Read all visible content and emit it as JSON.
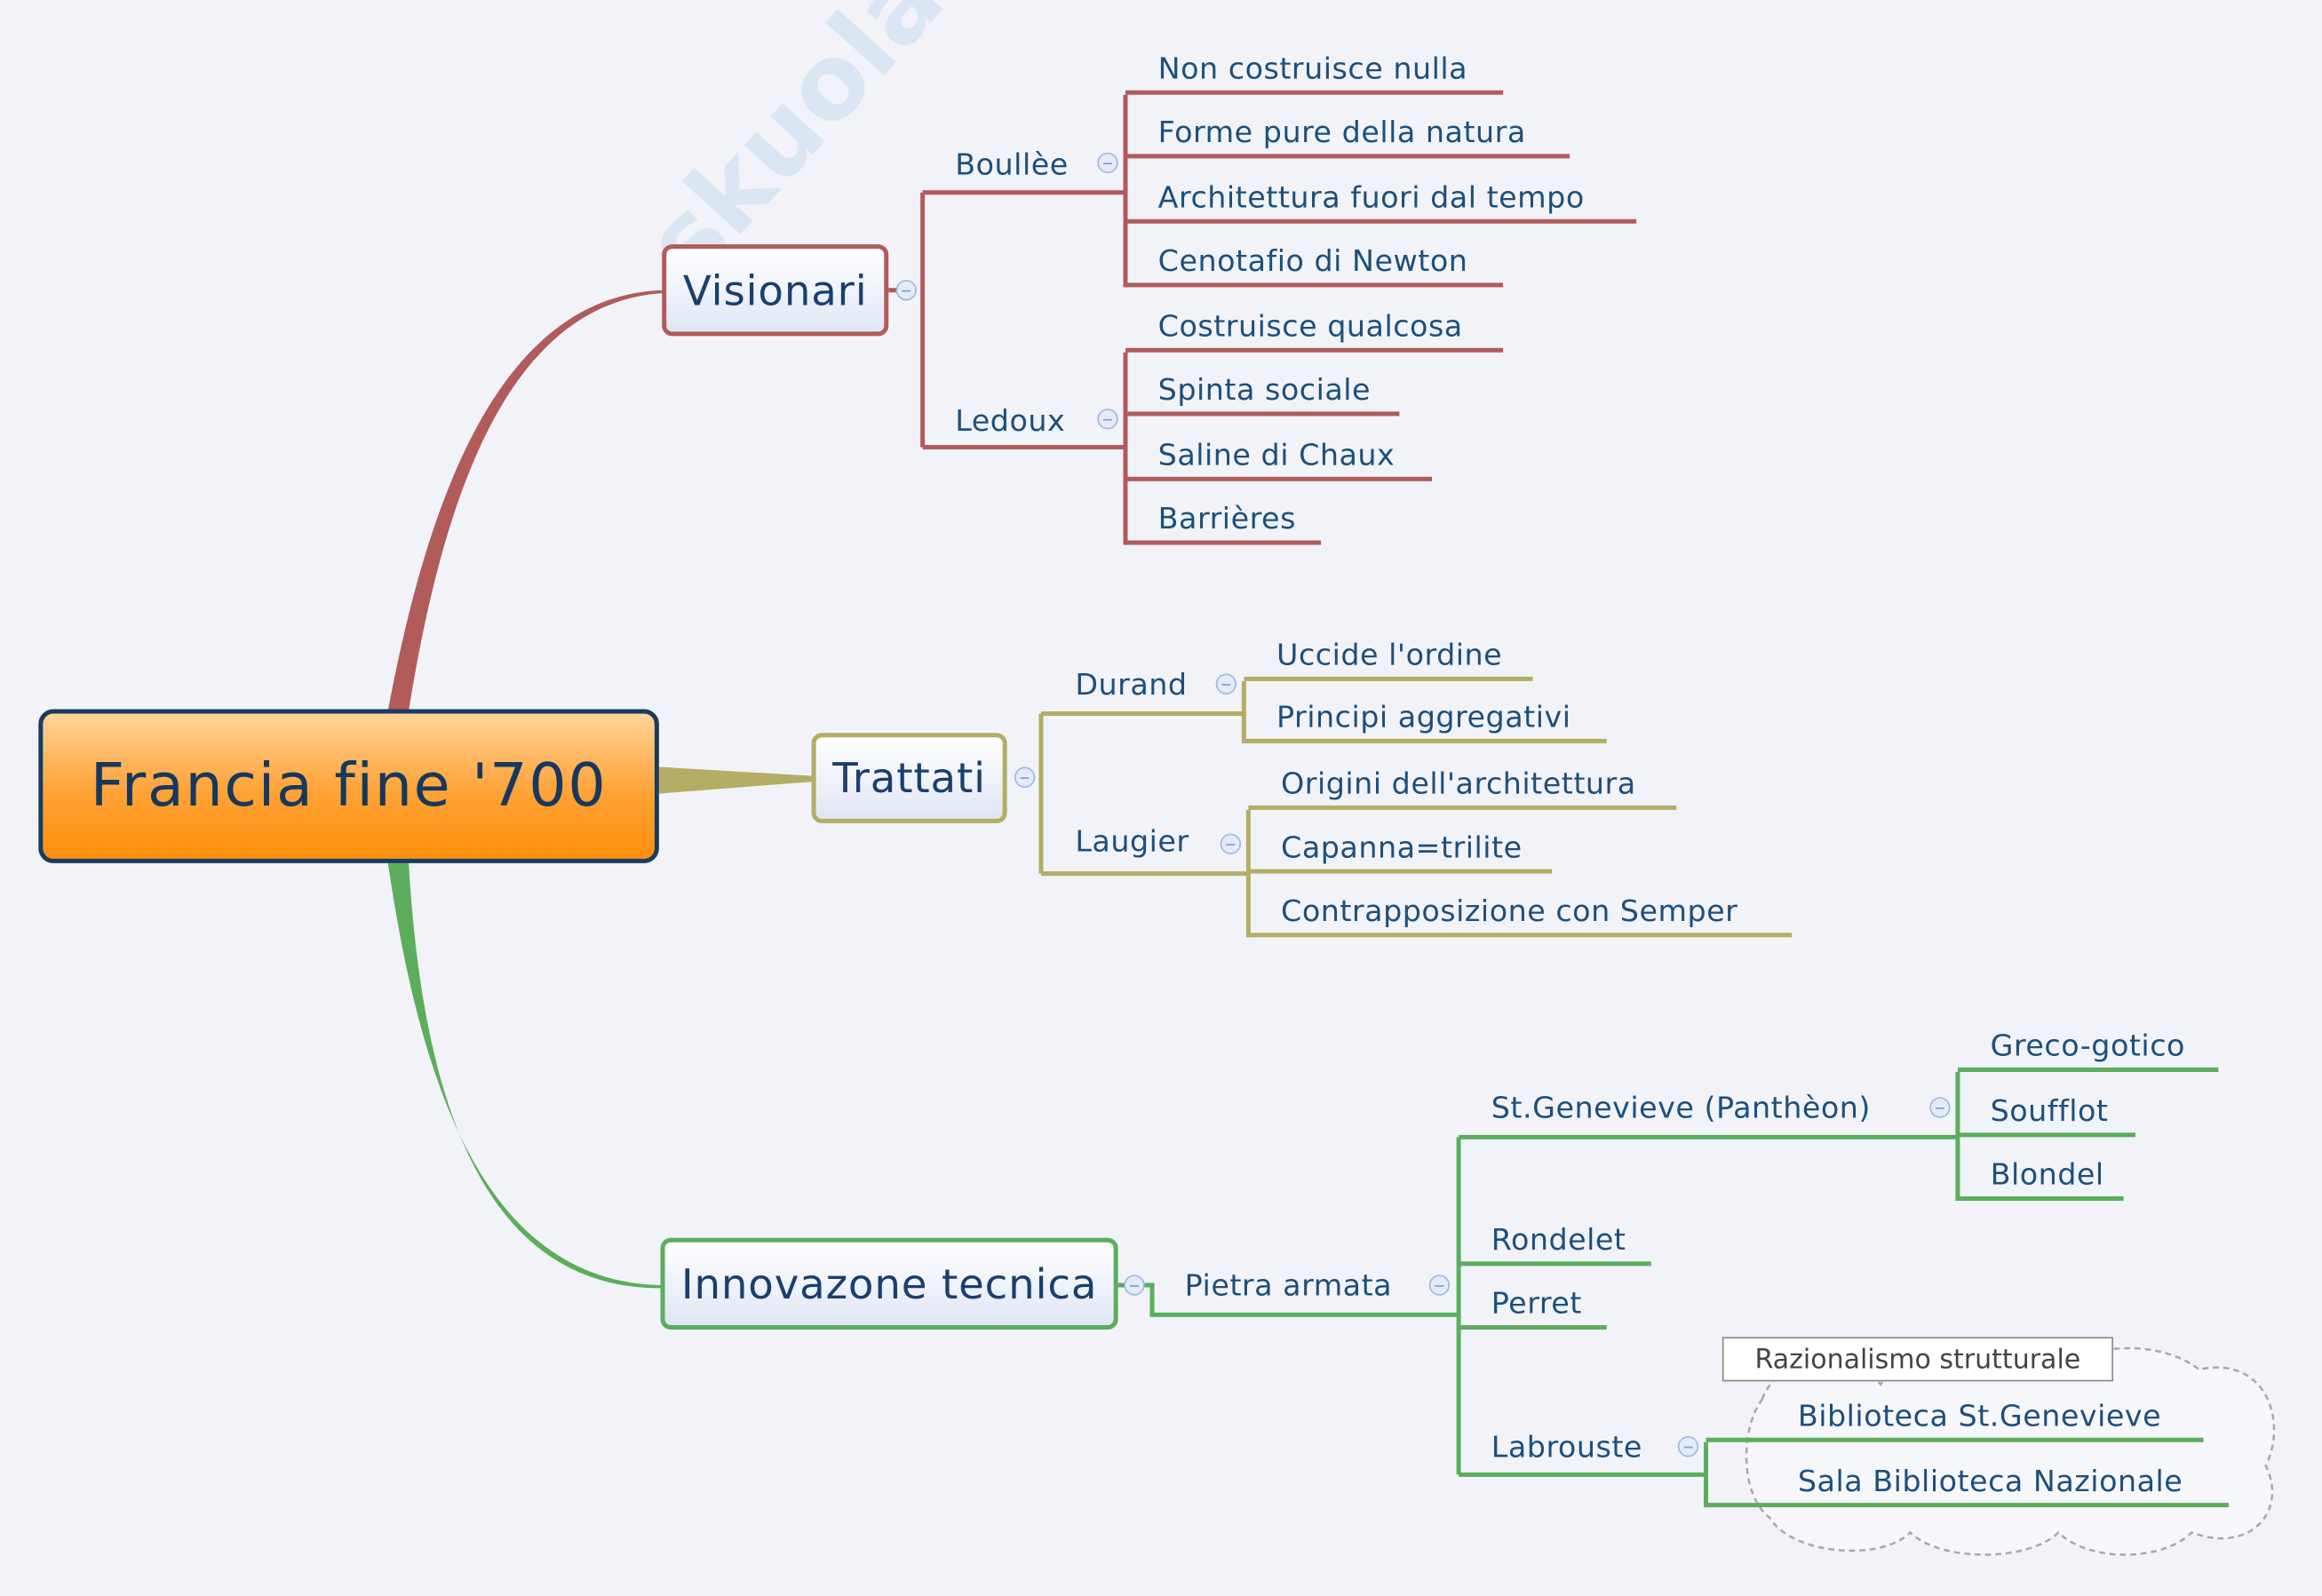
{
  "watermark": "skuola.net",
  "central": "Francia fine '700",
  "colors": {
    "visionari": "#b15b5b",
    "trattati": "#b3ad66",
    "innovazione": "#5cad5c",
    "central": "#ffa235"
  },
  "visionari": {
    "label": "Visionari",
    "boullee": {
      "label": "Boullèe",
      "items": [
        "Non costruisce nulla",
        "Forme pure della natura",
        "Architettura fuori dal tempo",
        "Cenotafio di Newton"
      ]
    },
    "ledoux": {
      "label": "Ledoux",
      "items": [
        "Costruisce qualcosa",
        "Spinta sociale",
        "Saline di Chaux",
        "Barrières"
      ]
    }
  },
  "trattati": {
    "label": "Trattati",
    "durand": {
      "label": "Durand",
      "items": [
        "Uccide l'ordine",
        "Principi aggregativi"
      ]
    },
    "laugier": {
      "label": "Laugier",
      "items": [
        "Origini dell'architettura",
        "Capanna=trilite",
        "Contrapposizione con Semper"
      ]
    }
  },
  "innovazione": {
    "label": "Innovazone tecnica",
    "pietra": {
      "label": "Pietra armata",
      "genevieve": {
        "label": "St.Genevieve (Panthèon)",
        "items": [
          "Greco-gotico",
          "Soufflot",
          "Blondel"
        ]
      },
      "rondelet": "Rondelet",
      "perret": "Perret",
      "labrouste": {
        "label": "Labrouste",
        "callout": "Razionalismo strutturale",
        "items": [
          "Biblioteca St.Genevieve",
          "Sala Biblioteca Nazionale"
        ]
      }
    }
  }
}
